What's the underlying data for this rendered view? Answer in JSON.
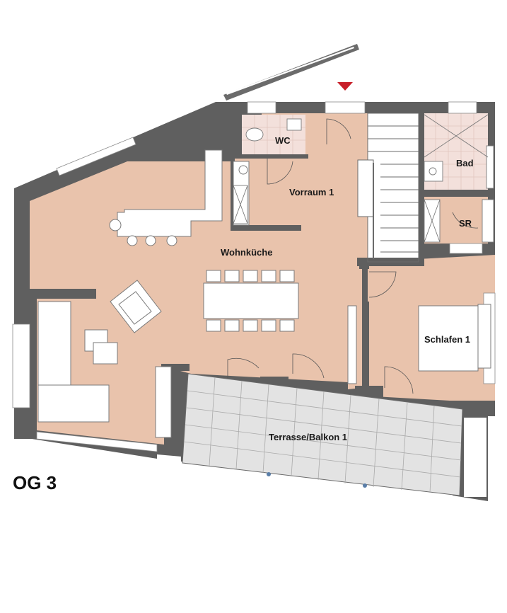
{
  "floor_label": "OG 3",
  "rooms": {
    "wc": "WC",
    "bad": "Bad",
    "vorraum": "Vorraum 1",
    "sr": "SR",
    "wohnkueche": "Wohnküche",
    "schlafen": "Schlafen 1",
    "terrasse": "Terrasse/Balkon 1"
  },
  "colors": {
    "floor": "#e9c3ac",
    "wall": "#5f5f5f",
    "tile": "#f3e0db",
    "terrace": "#e3e3e3",
    "entrance_marker": "#c8202a"
  }
}
